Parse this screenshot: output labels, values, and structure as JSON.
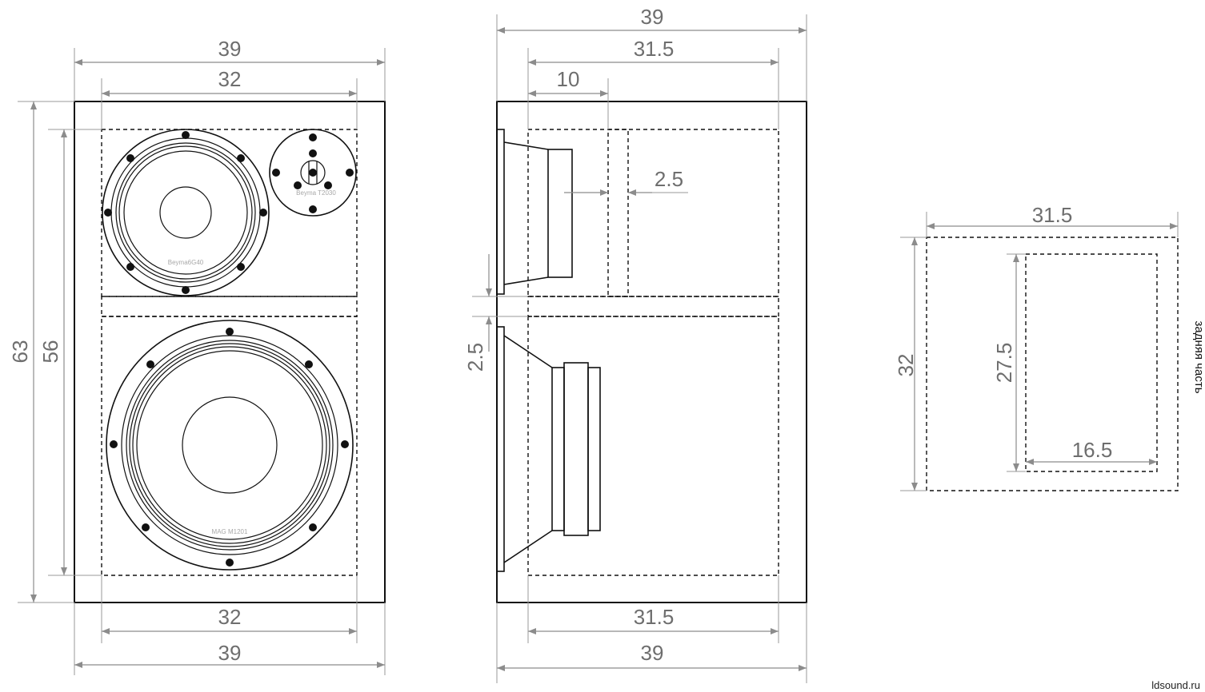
{
  "front_view": {
    "width_outer": "39",
    "width_inner": "32",
    "height_outer": "63",
    "height_inner": "56",
    "bottom_inner": "32",
    "bottom_outer": "39",
    "woofer_model": "MAG M1201",
    "midrange_model": "Beyma6G40",
    "tweeter_model": "Beyma T2030"
  },
  "side_view": {
    "depth_outer_top": "39",
    "depth_inner_top": "31.5",
    "chamber_depth": "10",
    "gap": "2.5",
    "shelf_thickness": "2.5",
    "depth_inner_bottom": "31.5",
    "depth_outer_bottom": "39"
  },
  "back_view": {
    "width": "31.5",
    "height": "32",
    "opening_height": "27.5",
    "opening_width": "16.5",
    "label": "задняя часть"
  },
  "credit": "ldsound.ru",
  "colors": {
    "ink": "#111111",
    "dimension": "#8c8c8c",
    "dimension_text": "#6e6e6e"
  }
}
